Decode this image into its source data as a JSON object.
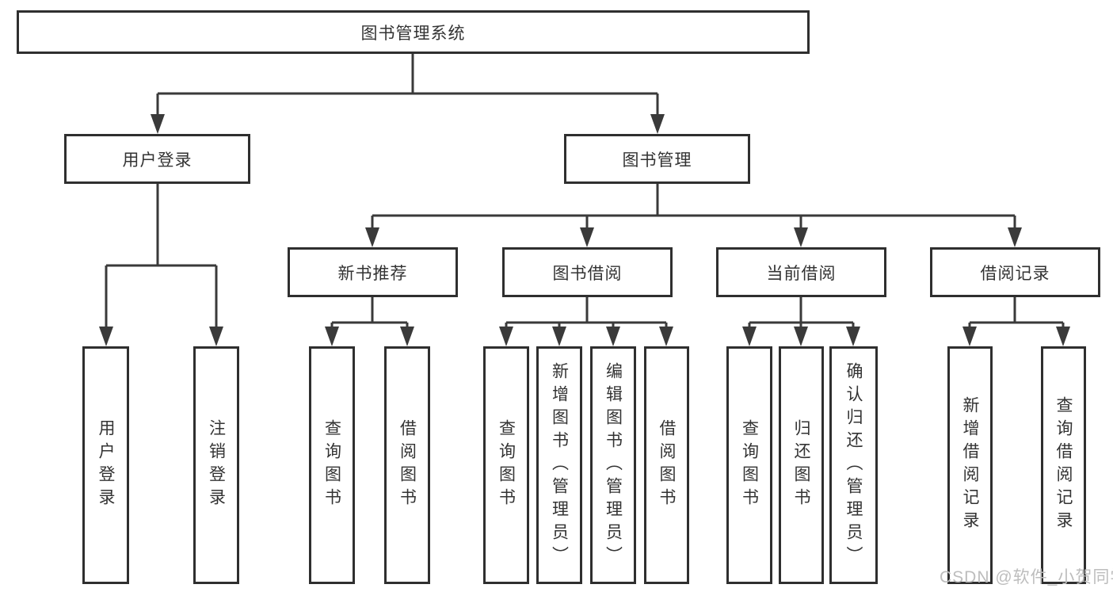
{
  "diagram": {
    "title": "图书管理系统",
    "nodes": {
      "root": "图书管理系统",
      "user_login": "用户登录",
      "book_mgmt": "图书管理",
      "new_book_rec": "新书推荐",
      "book_borrow": "图书借阅",
      "current_borrow": "当前借阅",
      "borrow_record": "借阅记录",
      "leaf_user_login": "用户登录",
      "leaf_logout": "注销登录",
      "leaf_nb_query_book": "查询图书",
      "leaf_nb_borrow_book": "借阅图书",
      "leaf_bb_query_book": "查询图书",
      "leaf_bb_add_book": "新增图书（管理员）",
      "leaf_bb_edit_book": "编辑图书（管理员）",
      "leaf_bb_borrow_book": "借阅图书",
      "leaf_cb_query_book": "查询图书",
      "leaf_cb_return_book": "归还图书",
      "leaf_cb_confirm_return": "确认归还（管理员）",
      "leaf_br_add_record": "新增借阅记录",
      "leaf_br_query_record": "查询借阅记录"
    },
    "watermark": "CSDN @软件_小贺同学",
    "colors": {
      "line": "#3a3a3a",
      "box_border": "#2f2f2f",
      "text": "#333333",
      "watermark": "#bdbdbd",
      "background": "#ffffff"
    }
  }
}
